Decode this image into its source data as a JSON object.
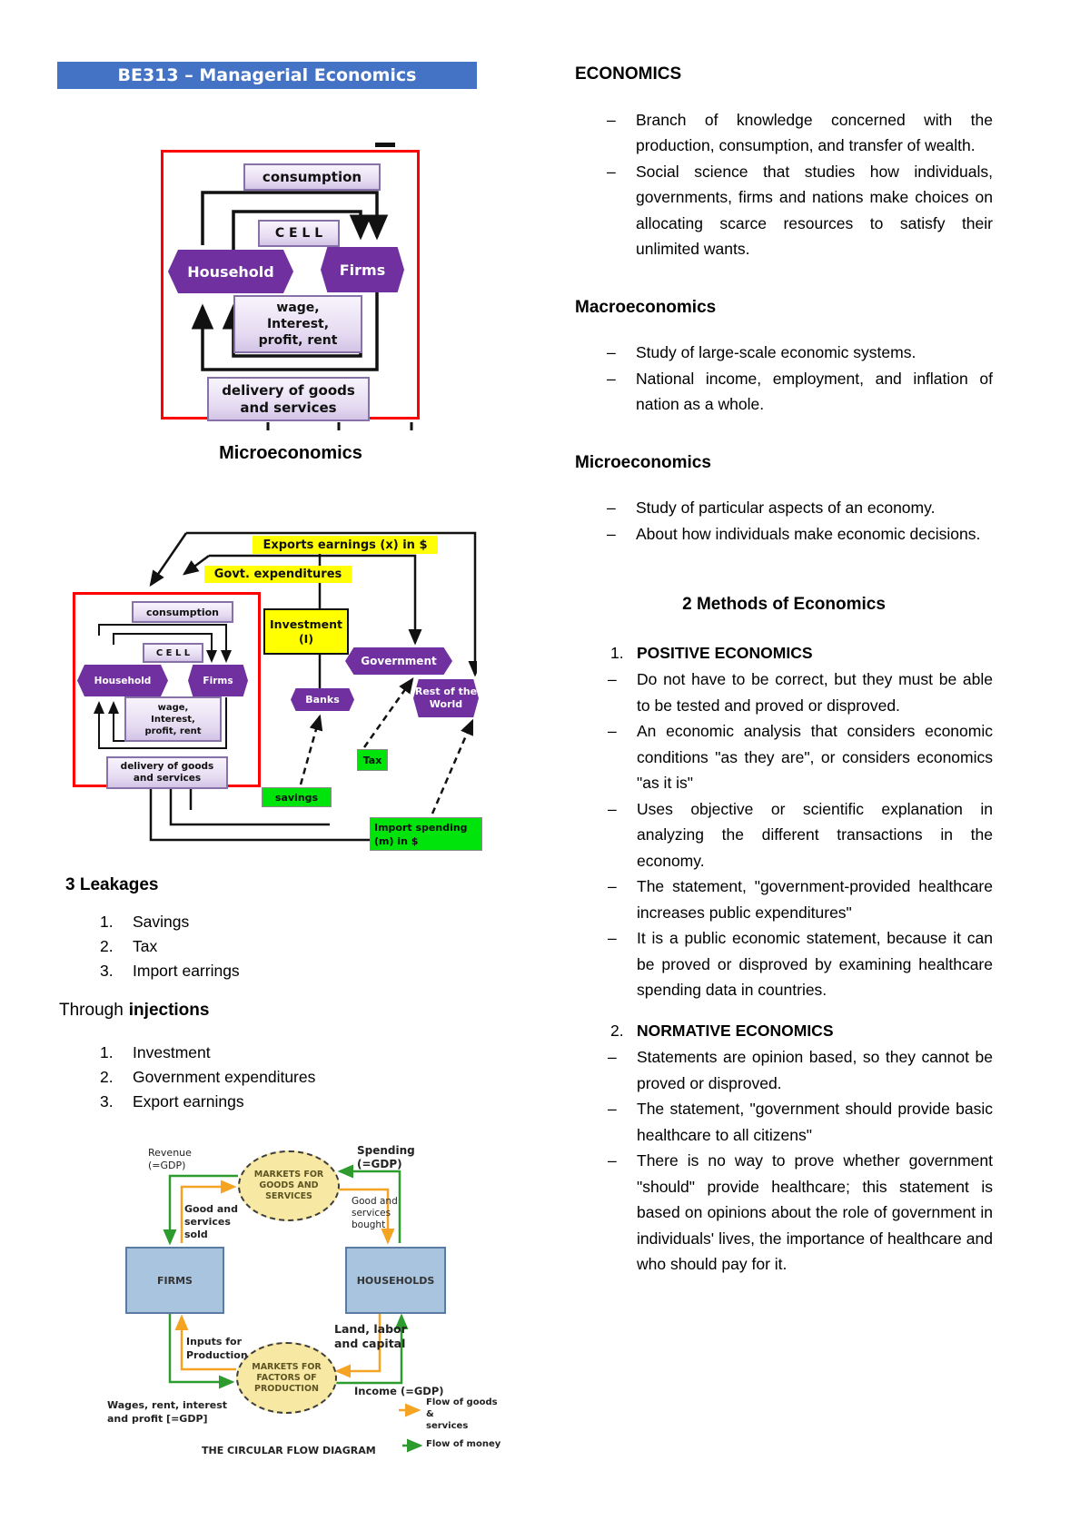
{
  "banner": {
    "title": "BE313 – Managerial Economics"
  },
  "core_flow": {
    "consumption": "consumption",
    "cell": "C E L L",
    "household": "Household",
    "firms": "Firms",
    "wage": "wage,\nInterest,\nprofit, rent",
    "delivery": "delivery of goods\nand services"
  },
  "diagram1_label": "Microeconomics",
  "diagram2": {
    "exports": "Exports earnings (x) in $",
    "govt_expenditures": "Govt. expenditures",
    "investment": "Investment\n(I)",
    "government": "Government",
    "banks": "Banks",
    "rest_of_world": "Rest of the\nWorld",
    "tax": "Tax",
    "savings": "savings",
    "import_spending": "Import spending\n(m) in $"
  },
  "leakages": {
    "heading": "3 Leakages",
    "items": [
      {
        "num": "1.",
        "label": "Savings"
      },
      {
        "num": "2.",
        "label": "Tax"
      },
      {
        "num": "3.",
        "label": "Import earrings"
      }
    ]
  },
  "injections": {
    "heading_prefix": "Through",
    "heading_word": "injections",
    "items": [
      {
        "num": "1.",
        "label": "Investment"
      },
      {
        "num": "2.",
        "label": "Government expenditures"
      },
      {
        "num": "3.",
        "label": "Export earnings"
      }
    ]
  },
  "diagram3": {
    "revenue": "Revenue\n(=GDP)",
    "spending": "Spending\n(=GDP)",
    "goods_market": "MARKETS FOR\nGOODS AND\nSERVICES",
    "factors_market": "MARKETS FOR\nFACTORS OF\nPRODUCTION",
    "firms": "FIRMS",
    "households": "HOUSEHOLDS",
    "goods_sold": "Good and\nservices sold",
    "goods_bought": "Good and\nservices\nbought",
    "inputs": "Inputs for\nProduction",
    "land_labor": "Land, labor\nand capital",
    "income": "Income (=GDP)",
    "wages": "Wages, rent, interest\nand profit [=GDP]",
    "caption": "THE CIRCULAR FLOW DIAGRAM",
    "legend_goods": "Flow of goods &\nservices",
    "legend_money": "Flow of money"
  },
  "right": {
    "marker": "–",
    "sections": [
      {
        "heading": "ECONOMICS",
        "bullets": [
          "Branch of knowledge concerned with the production, consumption, and transfer of wealth.",
          "Social science that studies how individuals, governments, firms and nations make choices on allocating scarce resources to satisfy their unlimited wants."
        ]
      },
      {
        "heading": "Macroeconomics",
        "bullets": [
          "Study of large-scale economic systems.",
          "National income, employment, and inflation of nation as a whole."
        ]
      },
      {
        "heading": "Microeconomics",
        "bullets": [
          "Study of particular aspects of an economy.",
          "About how individuals make economic decisions."
        ]
      }
    ],
    "methods": {
      "heading": "2 Methods of Economics",
      "items": [
        {
          "num": "1.",
          "title": "POSITIVE ECONOMICS",
          "bullets": [
            "Do not have to be correct, but they must be able to be tested and proved or disproved.",
            "An economic analysis that considers economic conditions \"as they are\", or considers economics \"as it is\"",
            "Uses objective or scientific explanation in analyzing the different transactions in the economy.",
            "The statement, \"government-provided healthcare increases public expenditures\"",
            "It is a public economic statement, because it can be proved or disproved by examining healthcare spending data in countries."
          ]
        },
        {
          "num": "2.",
          "title": "NORMATIVE ECONOMICS",
          "bullets": [
            "Statements are opinion based, so they cannot be proved or disproved.",
            "The statement, \"government should provide basic healthcare to all citizens\"",
            "There is no way to prove whether government \"should\" provide healthcare; this statement is based on opinions about the role of government in individuals' lives, the importance of healthcare and who should pay for it."
          ]
        }
      ]
    }
  },
  "colors": {
    "banner_bg": "#4472C4",
    "hexagon_purple": "#7030A0",
    "highlight_yellow": "#FFFF00",
    "leakage_green": "#00E40C",
    "frame_red": "#FF0000",
    "box_blue": "#A9C4DF",
    "ellipse_yellow": "#F7E8A3",
    "flow_orange": "#F5A322",
    "flow_green": "#2E9B2E"
  }
}
